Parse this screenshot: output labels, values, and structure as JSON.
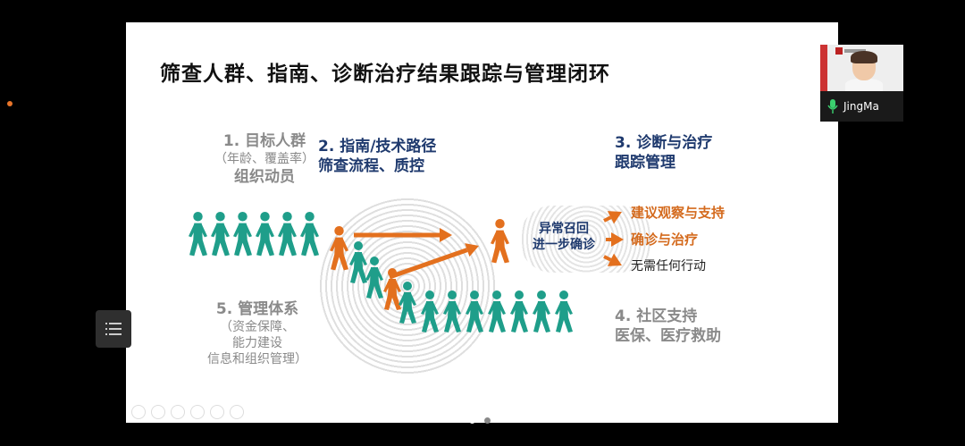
{
  "slide": {
    "title": "筛查人群、指南、诊断治疗结果跟踪与管理闭环",
    "target": {
      "num": "1. 目标人群",
      "sub": "（年龄、覆盖率）",
      "mob": "组织动员"
    },
    "guide": {
      "l1": "2. 指南/技术路径",
      "l2": "筛查流程、质控"
    },
    "diag": {
      "l1": "3. 诊断与治疗",
      "l2": "跟踪管理"
    },
    "recall": {
      "l1": "异常召回",
      "l2": "进一步确诊"
    },
    "outcomes": [
      "建议观察与支持",
      "确诊与治疗",
      "无需任何行动"
    ],
    "mgmt": {
      "num": "5. 管理体系",
      "l1": "（资金保障、",
      "l2": "能力建设",
      "l3": "信息和组织管理）"
    },
    "community": {
      "l1": "4. 社区支持",
      "l2": "医保、医疗救助"
    }
  },
  "participant": {
    "name": "JingMa"
  },
  "colors": {
    "teal": "#1f9e8a",
    "orange": "#e3701e",
    "navy": "#1f3a6e",
    "grey": "#8a8a8a"
  },
  "icons": [
    "mic-icon",
    "menu-list-icon",
    "walking-person-icon",
    "arrow-icon"
  ]
}
